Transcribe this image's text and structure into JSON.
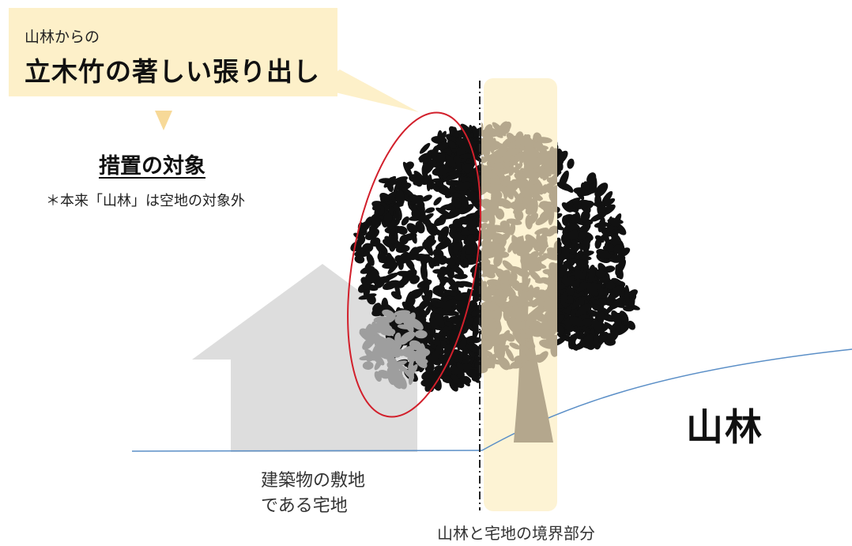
{
  "callout": {
    "subtitle": "山林からの",
    "title": "立木竹の著しい張り出し"
  },
  "measure": {
    "title": "措置の対象",
    "note": "＊本来「山林」は空地の対象外"
  },
  "labels": {
    "forest": "山林",
    "site_line1": "建築物の敷地",
    "site_line2": "である宅地",
    "boundary": "山林と宅地の境界部分"
  },
  "colors": {
    "callout_fill": "#fdf0c9",
    "boundary_strip": "#fdf3d4",
    "house": "#dddddd",
    "tree_dark": "#111111",
    "tree_faded": "#b4a78d",
    "highlight_ellipse": "#d21f2b",
    "ground_line": "#5b8fc7"
  }
}
